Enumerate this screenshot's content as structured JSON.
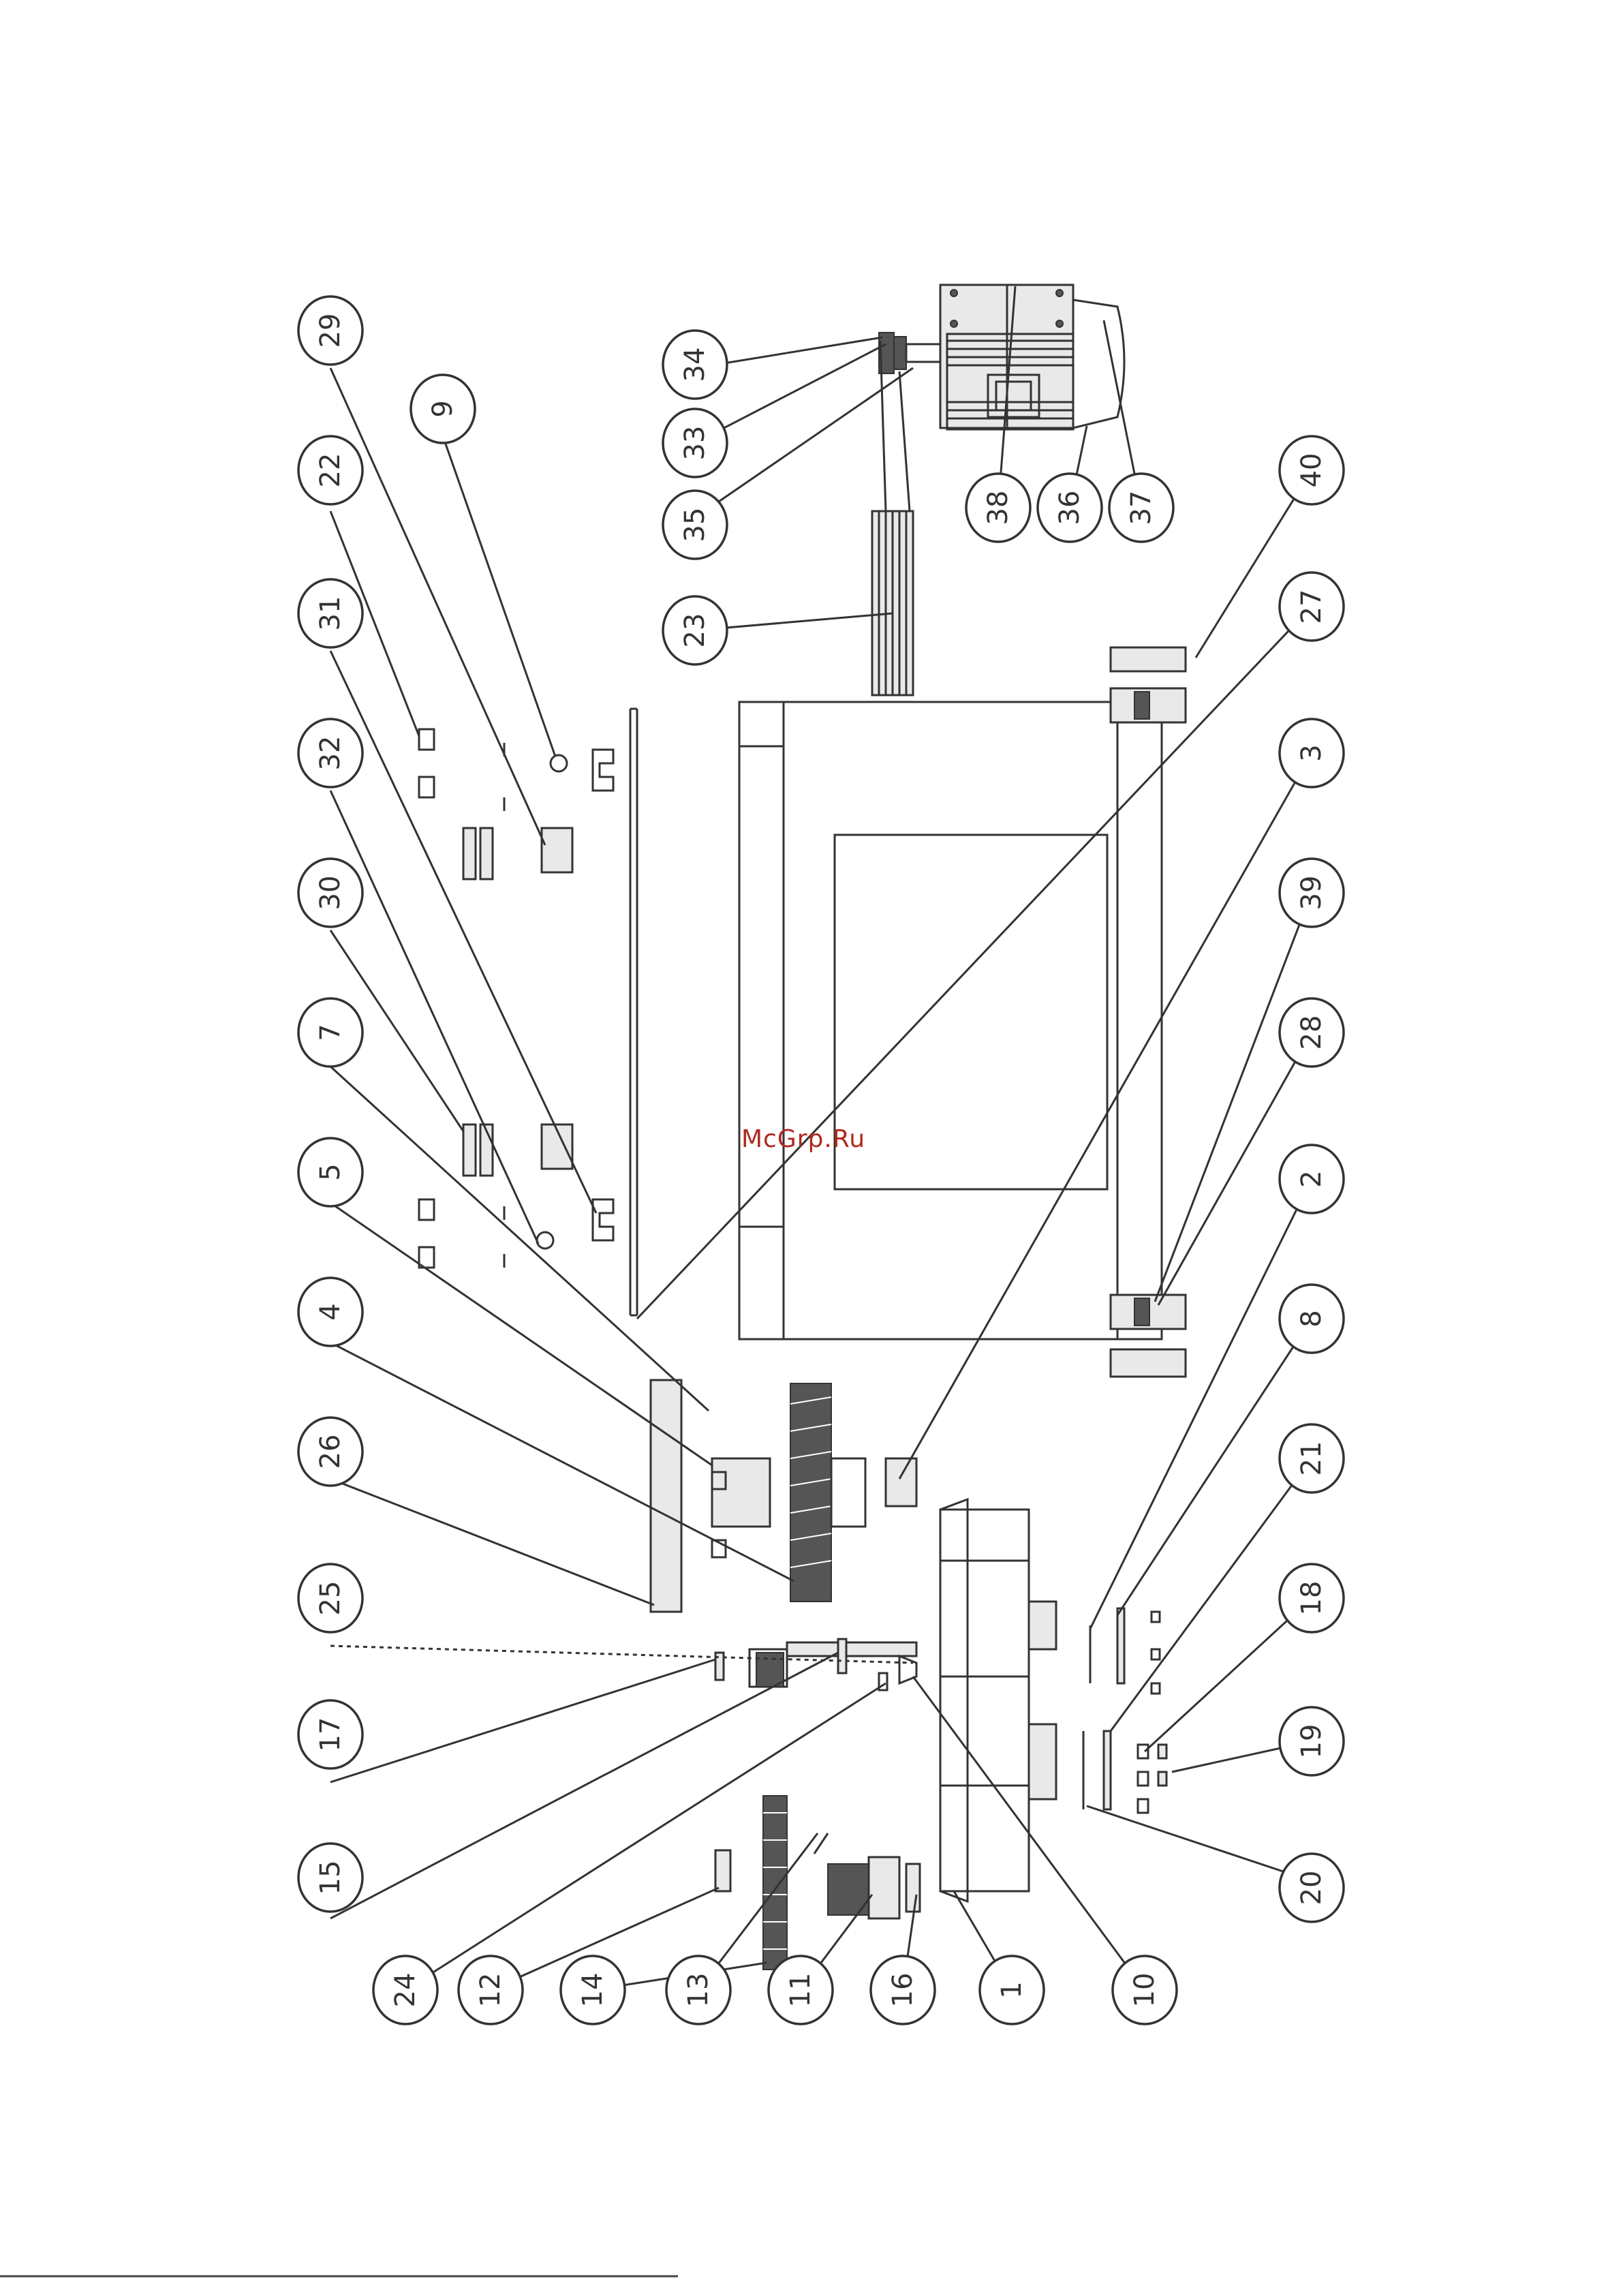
{
  "watermark": "McGrp.Ru",
  "callouts": [
    {
      "id": "c29",
      "label": "29"
    },
    {
      "id": "c22",
      "label": "22"
    },
    {
      "id": "c31",
      "label": "31"
    },
    {
      "id": "c32",
      "label": "32"
    },
    {
      "id": "c30",
      "label": "30"
    },
    {
      "id": "c7",
      "label": "7"
    },
    {
      "id": "c5",
      "label": "5"
    },
    {
      "id": "c4",
      "label": "4"
    },
    {
      "id": "c26",
      "label": "26"
    },
    {
      "id": "c25",
      "label": "25"
    },
    {
      "id": "c17",
      "label": "17"
    },
    {
      "id": "c15",
      "label": "15"
    },
    {
      "id": "c9",
      "label": "9"
    },
    {
      "id": "c34",
      "label": "34"
    },
    {
      "id": "c33",
      "label": "33"
    },
    {
      "id": "c35",
      "label": "35"
    },
    {
      "id": "c23",
      "label": "23"
    },
    {
      "id": "c38",
      "label": "38"
    },
    {
      "id": "c36",
      "label": "36"
    },
    {
      "id": "c37",
      "label": "37"
    },
    {
      "id": "c40",
      "label": "40"
    },
    {
      "id": "c27",
      "label": "27"
    },
    {
      "id": "c3",
      "label": "3"
    },
    {
      "id": "c39",
      "label": "39"
    },
    {
      "id": "c28",
      "label": "28"
    },
    {
      "id": "c2",
      "label": "2"
    },
    {
      "id": "c8",
      "label": "8"
    },
    {
      "id": "c21",
      "label": "21"
    },
    {
      "id": "c18",
      "label": "18"
    },
    {
      "id": "c19",
      "label": "19"
    },
    {
      "id": "c20",
      "label": "20"
    },
    {
      "id": "c24",
      "label": "24"
    },
    {
      "id": "c12",
      "label": "12"
    },
    {
      "id": "c14",
      "label": "14"
    },
    {
      "id": "c13",
      "label": "13"
    },
    {
      "id": "c11",
      "label": "11"
    },
    {
      "id": "c16",
      "label": "16"
    },
    {
      "id": "c1",
      "label": "1"
    },
    {
      "id": "c10",
      "label": "10"
    }
  ]
}
